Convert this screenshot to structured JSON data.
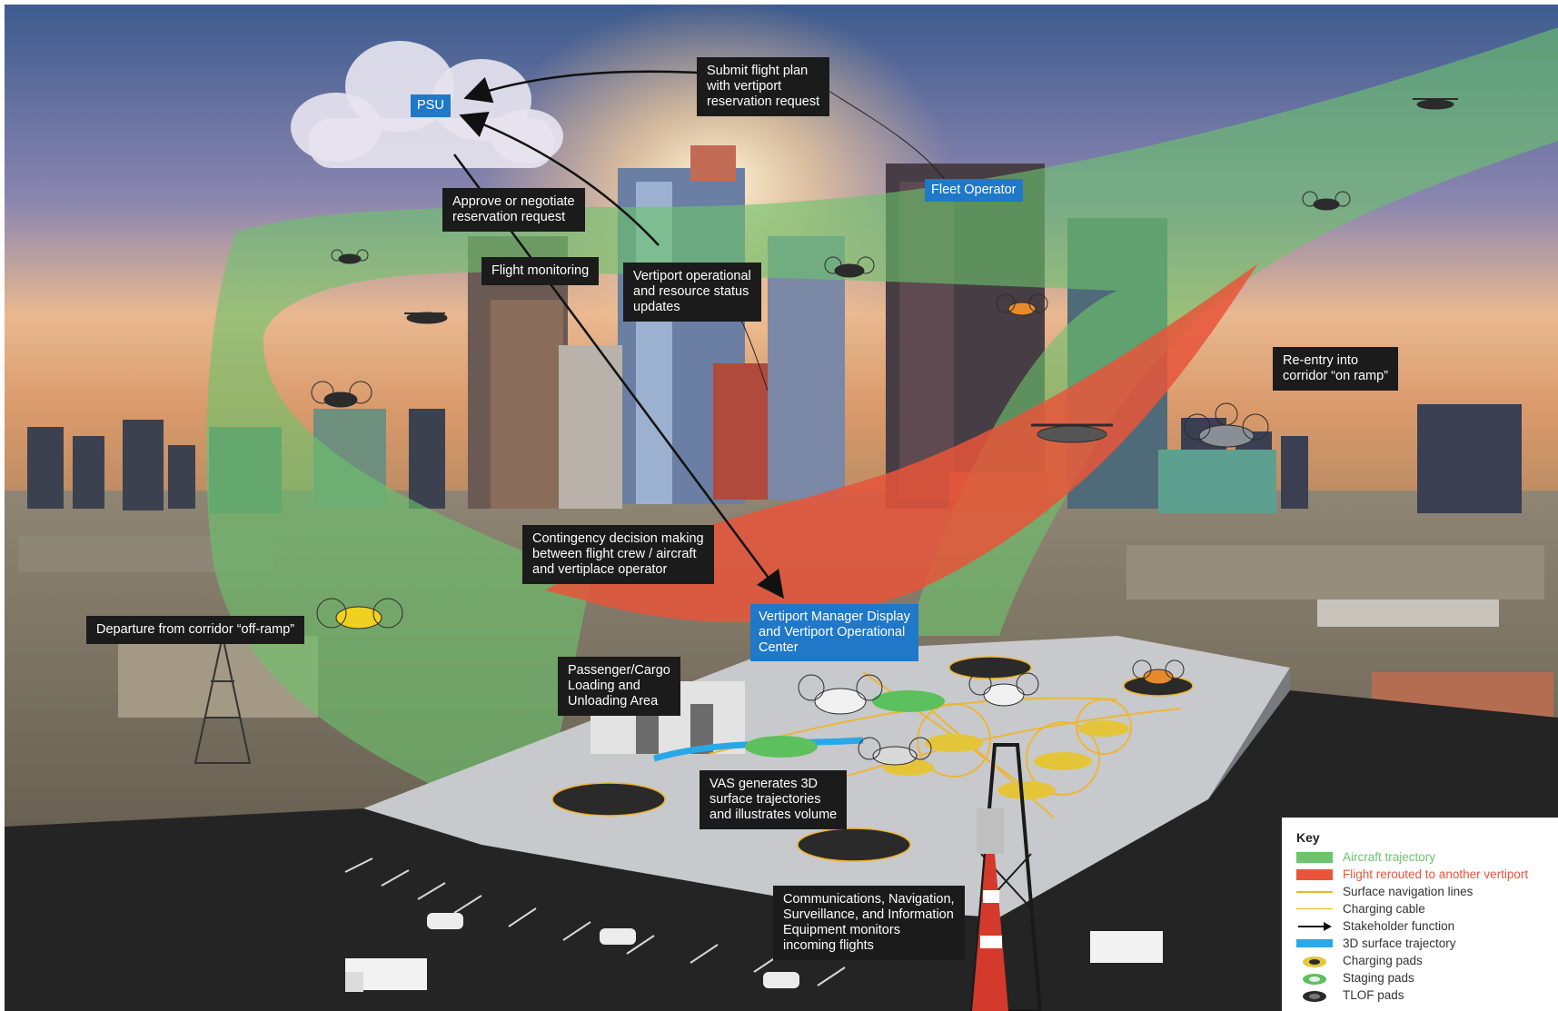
{
  "labels": {
    "psu": "PSU",
    "fleet_operator": "Fleet Operator",
    "submit_flight_plan": [
      "Submit flight plan",
      "with vertiport",
      "reservation request"
    ],
    "approve_reservation": [
      "Approve or negotiate",
      "reservation request"
    ],
    "flight_monitoring": "Flight monitoring",
    "vertiport_status": [
      "Vertiport operational",
      "and resource status",
      "updates"
    ],
    "reentry": [
      "Re-entry into",
      "corridor “on ramp”"
    ],
    "contingency": [
      "Contingency decision making",
      "between flight crew / aircraft",
      "and vertiplace operator"
    ],
    "departure": "Departure from corridor “off-ramp”",
    "vertiport_manager": [
      "Vertiport Manager Display",
      "and Vertiport Operational",
      "Center"
    ],
    "passenger_cargo": [
      "Passenger/Cargo",
      "Loading and",
      "Unloading Area"
    ],
    "vas": [
      "VAS generates 3D",
      "surface trajectories",
      "and illustrates volume"
    ],
    "cnsi": [
      "Communications, Navigation,",
      "Surveillance, and Information",
      "Equipment monitors",
      "incoming flights"
    ]
  },
  "key": {
    "title": "Key",
    "items": [
      {
        "label": "Aircraft trajectory",
        "color": "#6cc46c",
        "icon": "green-band"
      },
      {
        "label": "Flight rerouted to another vertiport",
        "color": "#e8553a",
        "icon": "red-band"
      },
      {
        "label": "Surface navigation lines",
        "color": "#f0b429",
        "icon": "thin-yellow-line"
      },
      {
        "label": "Charging cable",
        "color": "#f0b429",
        "icon": "thin-line"
      },
      {
        "label": "Stakeholder function",
        "color": "#111111",
        "icon": "arrow"
      },
      {
        "label": "3D surface trajectory",
        "color": "#29a8e8",
        "icon": "blue-band"
      },
      {
        "label": "Charging pads",
        "color": "#e4c53a",
        "icon": "yellow-pad"
      },
      {
        "label": "Staging pads",
        "color": "#5cc05c",
        "icon": "green-pad"
      },
      {
        "label": "TLOF pads",
        "color": "#2a2a2a",
        "icon": "dark-pad"
      }
    ]
  },
  "colors": {
    "sky_top": "#3b5a8c",
    "sky_glow": "#f6d59a",
    "corridor_green": "#6cc46c",
    "reroute_red": "#e8553a",
    "label_bg": "#1b1b1b",
    "psu_blue": "#1f78c8"
  }
}
